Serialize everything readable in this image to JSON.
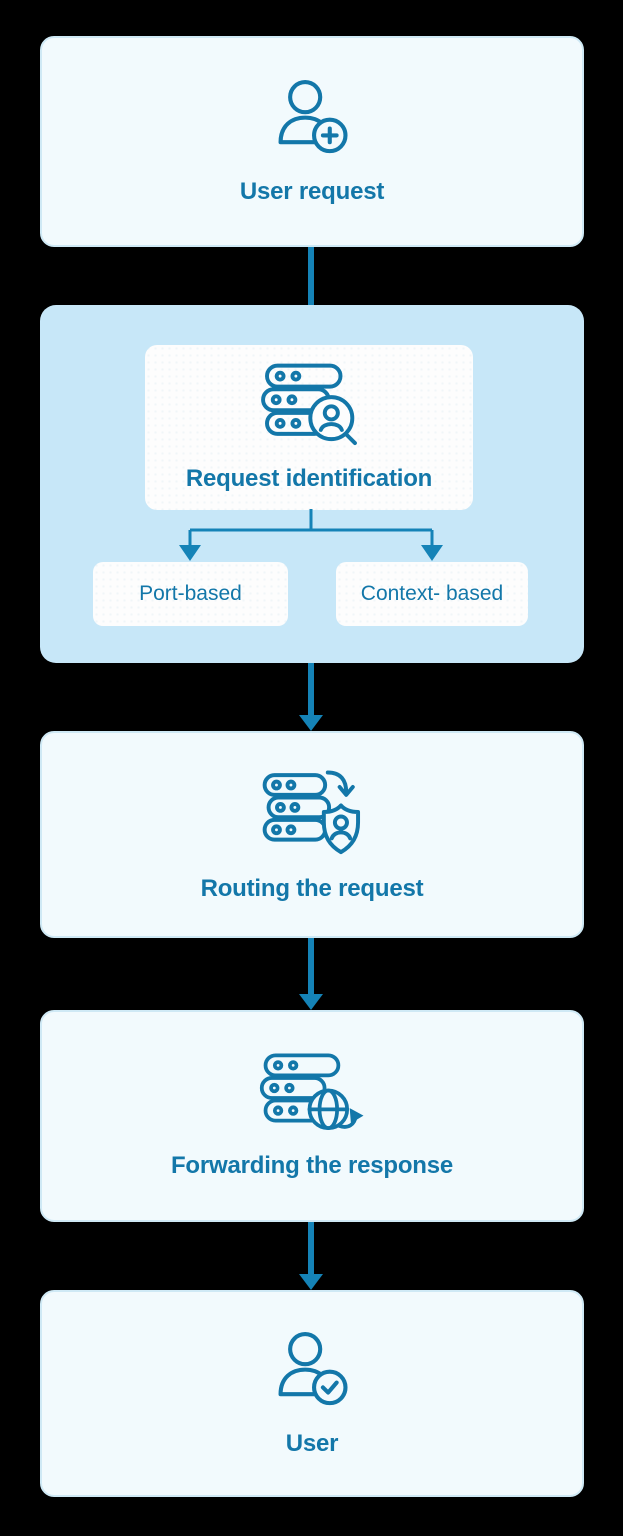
{
  "diagram": {
    "title_hint": "request-flow-diagram",
    "colors": {
      "accent_text_icon": "#1377a9",
      "arrow": "#1583b7",
      "section_bg": "#c7e7f8",
      "card_bg": "#f2fafd",
      "card_border": "#cfe9f5",
      "inner_card_bg": "#fdfdfd",
      "page_bg": "#000000"
    },
    "nodes": [
      {
        "id": "user-request",
        "label": "User request",
        "icon": "user-plus-icon"
      },
      {
        "id": "request-identification",
        "label": "Request identification",
        "icon": "server-search-icon",
        "children": [
          {
            "id": "port-based",
            "label": "Port-based"
          },
          {
            "id": "context-based",
            "label": "Context- based"
          }
        ]
      },
      {
        "id": "routing-the-request",
        "label": "Routing the request",
        "icon": "server-shield-icon"
      },
      {
        "id": "forwarding-the-response",
        "label": "Forwarding the response",
        "icon": "server-globe-icon"
      },
      {
        "id": "user",
        "label": "User",
        "icon": "user-check-icon"
      }
    ]
  }
}
